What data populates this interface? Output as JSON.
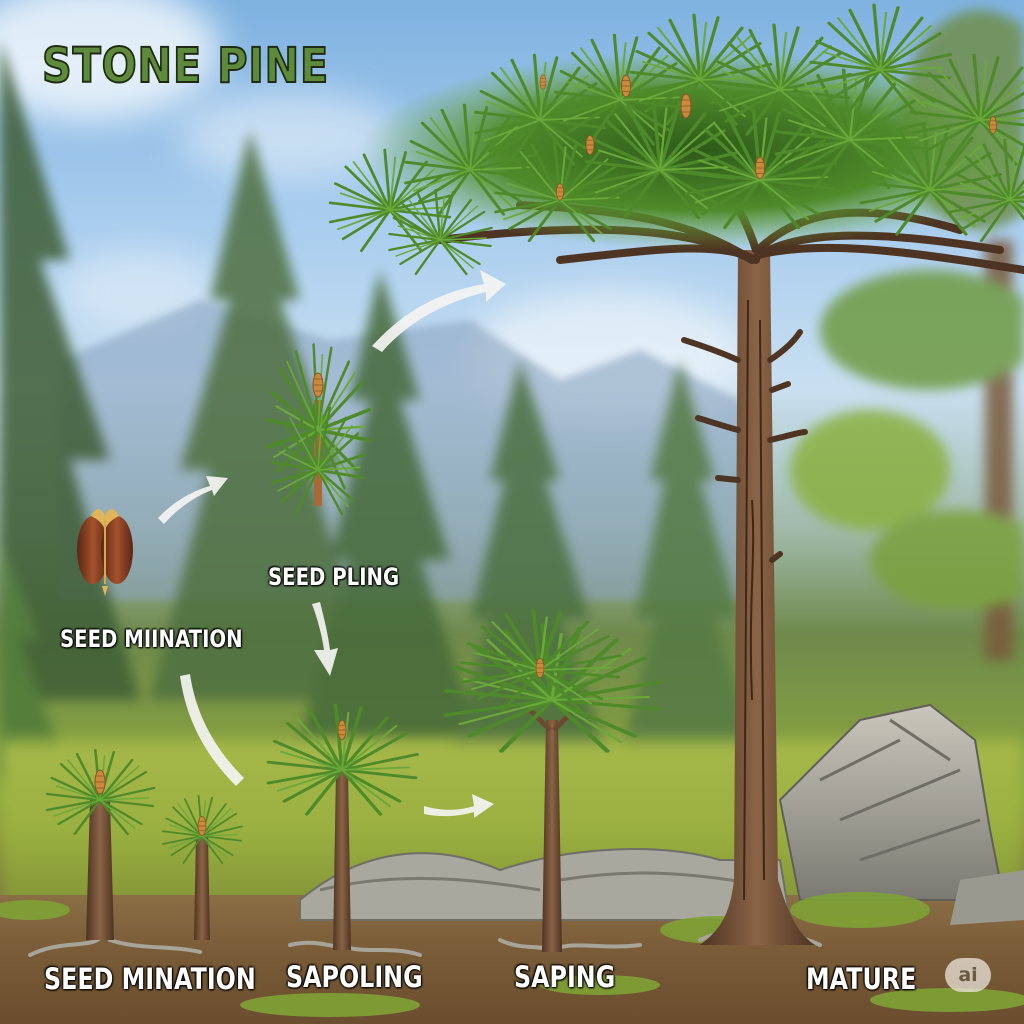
{
  "title": "STONE PINE",
  "labels": {
    "seed_pling": "SEED PLING",
    "seed_miination": "SEED MIINATION",
    "seed_mination": "SEED MINATION",
    "sapoling": "SAPOLING",
    "saping": "SAPING",
    "mature": "MATURE"
  },
  "badge": "ai",
  "stages": [
    {
      "name": "seed",
      "description": "brown split seed with golden sprout"
    },
    {
      "name": "seedling-branch",
      "description": "pine shoot with single cone"
    },
    {
      "name": "small-sapling-pair",
      "description": "two small pine saplings"
    },
    {
      "name": "sapling",
      "description": "young pine on slender trunk"
    },
    {
      "name": "young-tree",
      "description": "taller pine with umbrella tuft"
    },
    {
      "name": "mature-tree",
      "description": "umbrella-shaped stone pine with cones"
    }
  ],
  "arrows": [
    "seed-to-seedling",
    "seedling-to-mature",
    "seedling-down-to-sapling",
    "seed-down-to-saplings",
    "sapling-to-young-tree"
  ],
  "colors": {
    "sky": "#a9cdee",
    "title_fill": "#5e8a3c",
    "needle": "#4f8a2a",
    "trunk": "#6b4a30",
    "cone": "#c98a3e",
    "rock": "#9a9a90",
    "ground": "#7a5c38"
  }
}
